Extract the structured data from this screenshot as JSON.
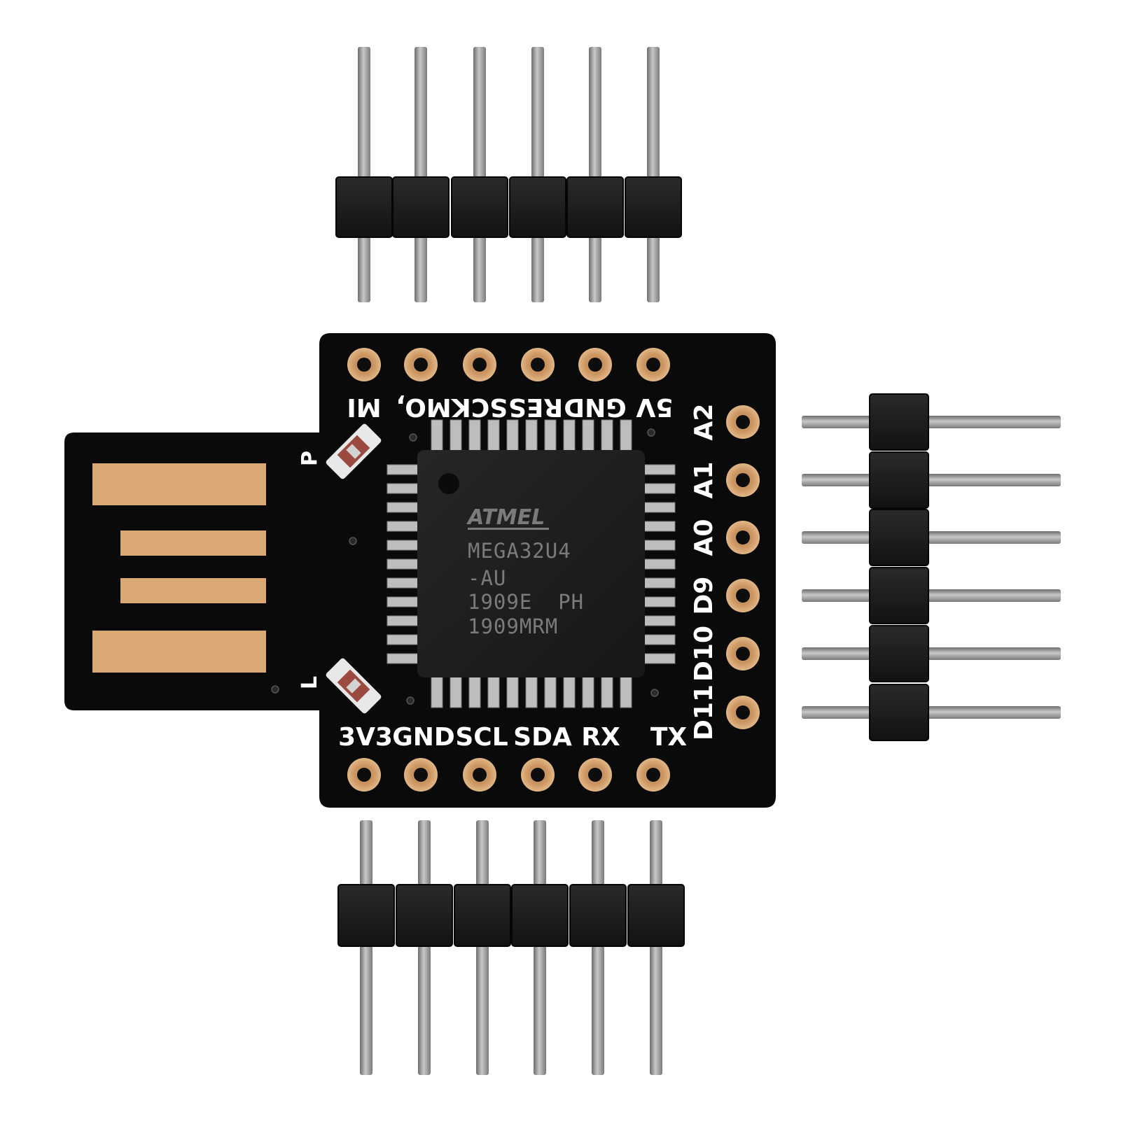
{
  "board": {
    "top_labels": [
      "MI",
      "MO,",
      "SCK",
      "RES",
      "GND",
      "5V"
    ],
    "bottom_labels": [
      "3V3",
      "GND",
      "SCL",
      "SDA",
      "RX",
      "TX"
    ],
    "right_labels": [
      "A2",
      "A1",
      "A0",
      "D9",
      "D10",
      "D11"
    ],
    "led_labels": {
      "power": "P",
      "user": "L"
    }
  },
  "chip": {
    "brand": "ATMEL",
    "lines": [
      "MEGA32U4",
      "-AU",
      "1909E  PH",
      "1909MRM"
    ]
  },
  "colors": {
    "background": "#ffffff",
    "pcb": "#0a0a0a",
    "gold": "#d9a873",
    "silkscreen": "#ffffff",
    "header_plastic": "#1c1c1c",
    "pin_metal": "#9a9a9a"
  }
}
